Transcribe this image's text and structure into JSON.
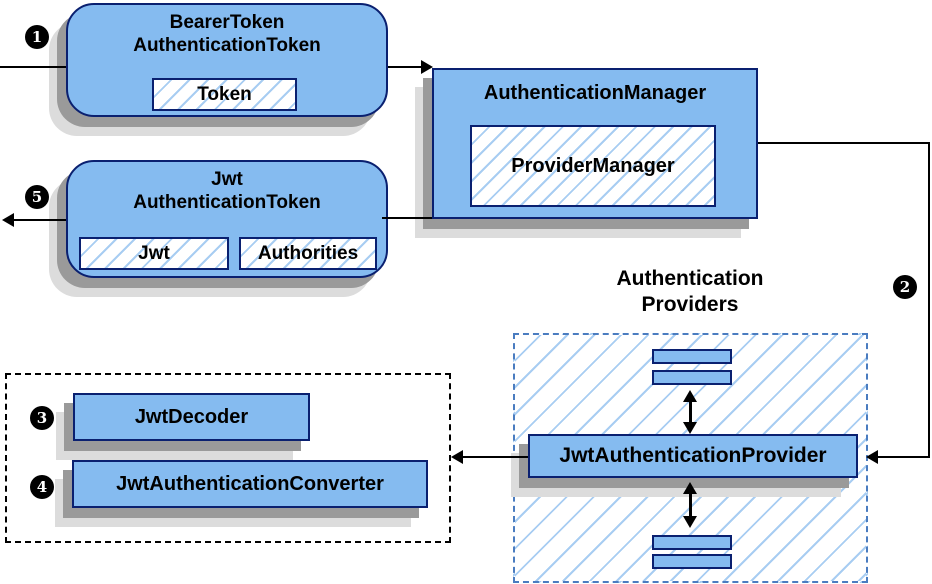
{
  "badges": {
    "step1": "1",
    "step2": "2",
    "step3": "3",
    "step4": "4",
    "step5": "5"
  },
  "nodes": {
    "bearer_token": {
      "title_line1": "BearerToken",
      "title_line2": "AuthenticationToken",
      "field_token": "Token"
    },
    "authentication_manager": {
      "title": "AuthenticationManager",
      "field_provider_manager": "ProviderManager"
    },
    "jwt_token": {
      "title_line1": "Jwt",
      "title_line2": "AuthenticationToken",
      "field_jwt": "Jwt",
      "field_authorities": "Authorities"
    },
    "providers_group": {
      "label_line1": "Authentication",
      "label_line2": "Providers",
      "provider": "JwtAuthenticationProvider"
    },
    "helpers_group": {
      "decoder": "JwtDecoder",
      "converter": "JwtAuthenticationConverter"
    }
  },
  "colors": {
    "node_fill": "#85bbf0",
    "node_border": "#0a2070",
    "hatch_line": "#a8cdf2",
    "dashed_blue_border": "#4a7cc0",
    "dashed_black_border": "#000000",
    "connector": "#000000",
    "badge_background": "#000000",
    "badge_text": "#ffffff",
    "shadow_dark": "#9a9a9a",
    "shadow_light": "#dcdcdc"
  }
}
